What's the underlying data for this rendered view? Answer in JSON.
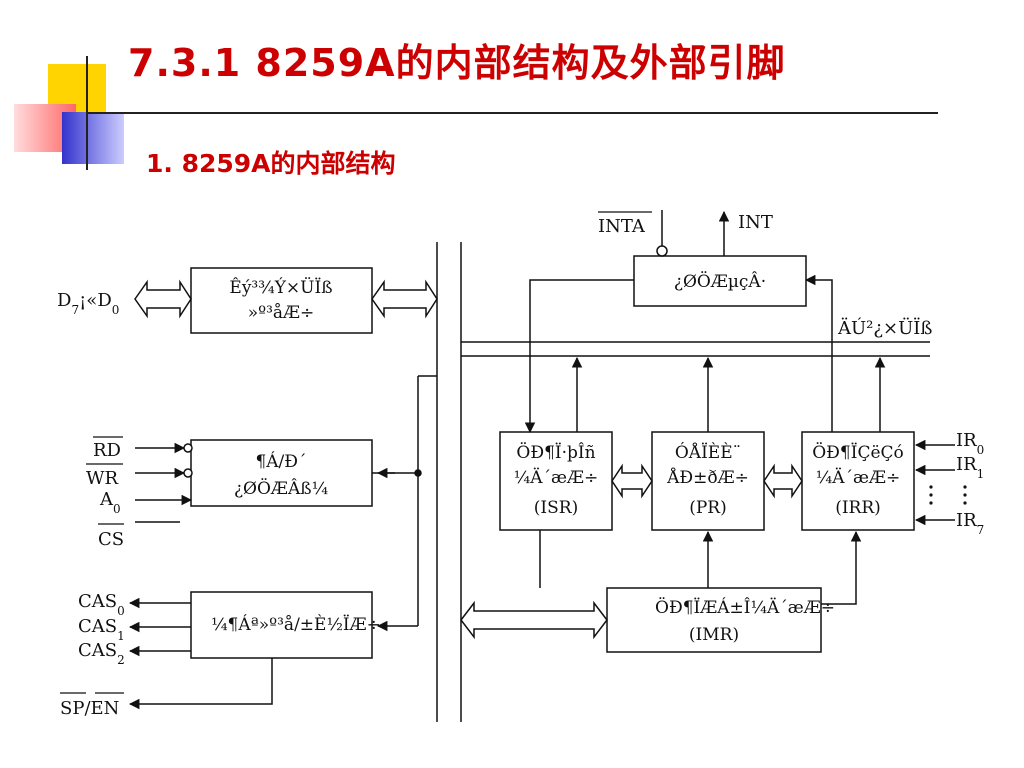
{
  "slide": {
    "title": "7.3.1 8259A的内部结构及外部引脚",
    "subtitle": "1. 8259A的内部结构"
  },
  "diagram": {
    "blocks": {
      "data_buffer": [
        "Êý³¾Ý×ÜÏß",
        "»º³åÆ÷"
      ],
      "rw_logic": [
        "¶Á/Ð´",
        "¿ØÖÆÂß¼­"
      ],
      "cascade": [
        "¼¶Áª»º³å/±È½ÏÆ÷"
      ],
      "control_logic": [
        "¿ØÖÆµçÂ·"
      ],
      "isr": [
        "ÖÐ¶Ï·þÎñ",
        "¼Ä´æÆ÷",
        "(ISR)"
      ],
      "pr": [
        "ÓÅÏÈÈ¨",
        "ÅÐ±ðÆ÷",
        "(PR)"
      ],
      "irr": [
        "ÖÐ¶ÏÇëÇó",
        "¼Ä´æÆ÷",
        "(IRR)"
      ],
      "imr": [
        "ÖÐ¶ÏÆÁ±Î¼Ä´æÆ÷",
        "(IMR)"
      ]
    },
    "labels": {
      "inta": "INTA",
      "int": "INT",
      "internal_bus": "ÄÚ²¿×ÜÏß",
      "data_pins_main": "D",
      "data_sub_hi": "7",
      "data_mid": "¡«D",
      "data_sub_lo": "0",
      "rd": "RD",
      "wr": "WR",
      "a": "A",
      "a_sub": "0",
      "cs": "CS",
      "cas": "CAS",
      "cas0_sub": "0",
      "cas1_sub": "1",
      "cas2_sub": "2",
      "sp": "SP",
      "slash": "/",
      "en": "EN",
      "ir": "IR",
      "ir0_sub": "0",
      "ir1_sub": "1",
      "ir7_sub": "7"
    }
  }
}
